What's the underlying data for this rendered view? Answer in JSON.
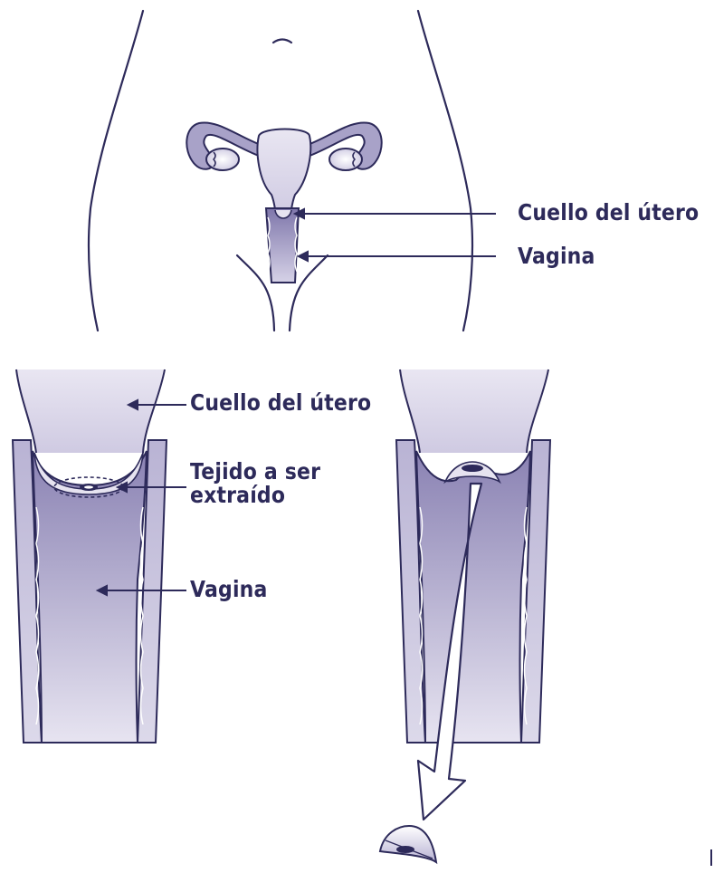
{
  "top_view": {
    "labels": {
      "cervix": "Cuello del útero",
      "vagina": "Vagina"
    }
  },
  "close_up": {
    "labels": {
      "cervix": "Cuello del útero",
      "tissue_line1": "Tejido a ser",
      "tissue_line2": "extraído",
      "vagina": "Vagina"
    }
  },
  "colors": {
    "outline": "#2d2a5a",
    "fill_light": "#e6e3f0",
    "fill_mid": "#a8a2c8",
    "fill_dark": "#7d75a8",
    "arrow_fill": "#ffffff"
  },
  "icons": {
    "removal_arrow": "curved-down-arrow-icon"
  }
}
